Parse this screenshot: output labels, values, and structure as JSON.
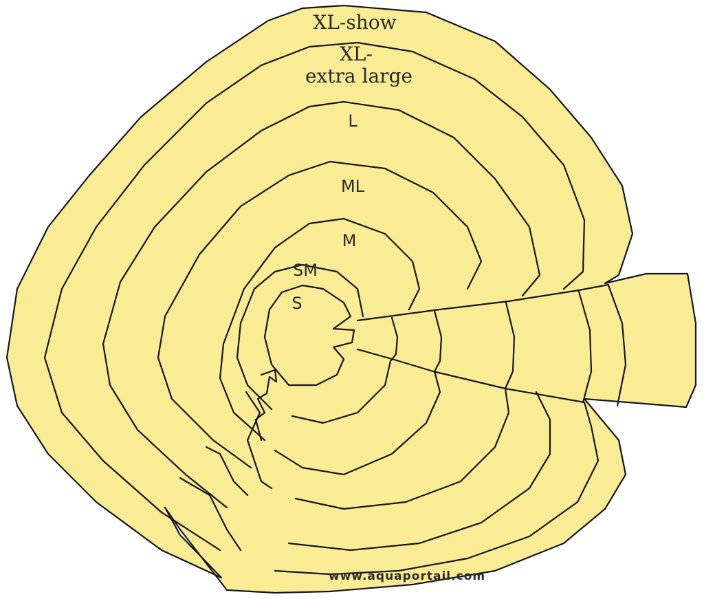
{
  "diagram": {
    "fill_color": "#f9ec94",
    "stroke_color": "#15151f",
    "labels": {
      "xl_show": "XL-show",
      "xl_line1": "XL-",
      "xl_line2": "extra large",
      "l": "L",
      "ml": "ML",
      "m": "M",
      "sm": "SM",
      "s": "S"
    },
    "watermark": "www.aquaportail.com"
  }
}
